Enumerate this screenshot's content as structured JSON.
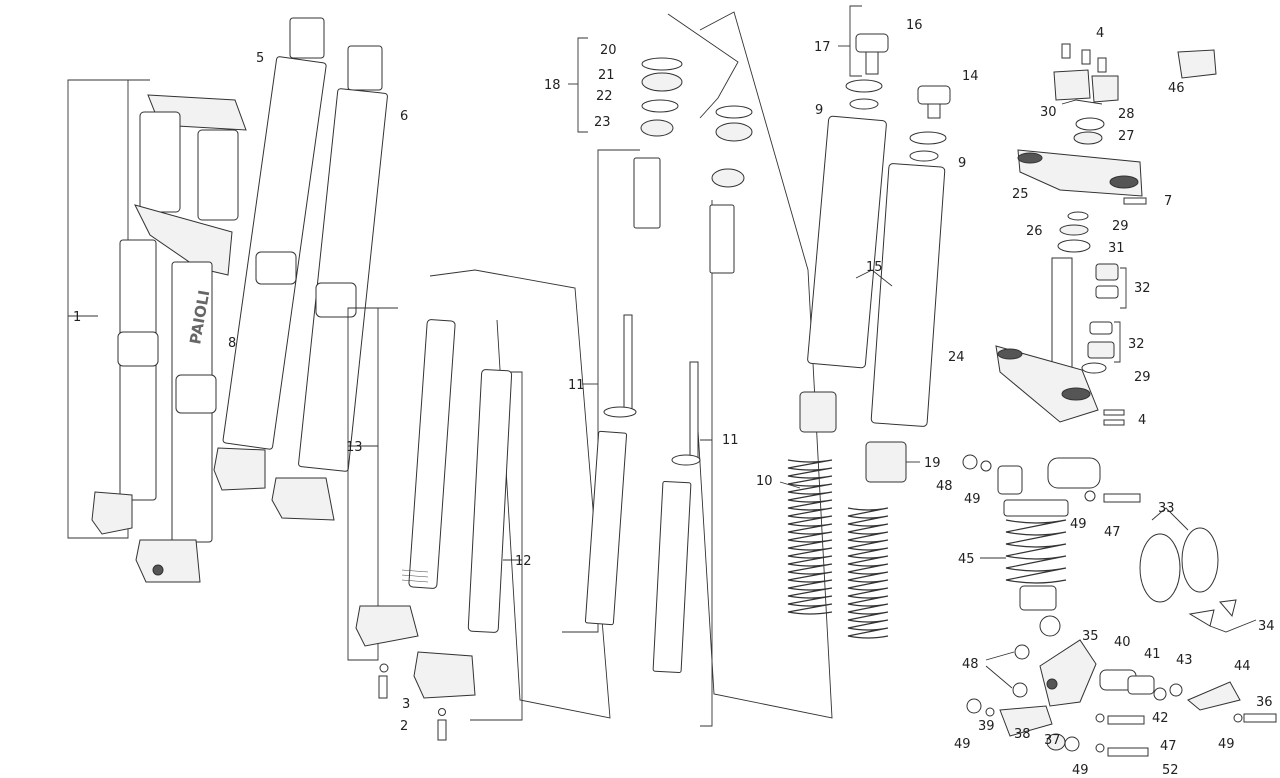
{
  "diagram": {
    "brand_text": "PAIOLI",
    "callouts": [
      "1",
      "2",
      "3",
      "4",
      "4",
      "5",
      "6",
      "7",
      "8",
      "9",
      "9",
      "10",
      "11",
      "11",
      "12",
      "13",
      "14",
      "15",
      "16",
      "17",
      "18",
      "19",
      "20",
      "21",
      "22",
      "23",
      "24",
      "25",
      "26",
      "27",
      "28",
      "29",
      "29",
      "30",
      "31",
      "32",
      "32",
      "33",
      "34",
      "35",
      "36",
      "37",
      "38",
      "39",
      "40",
      "41",
      "42",
      "43",
      "44",
      "45",
      "46",
      "47",
      "47",
      "48",
      "48",
      "49",
      "49",
      "49",
      "49",
      "49",
      "52"
    ]
  }
}
